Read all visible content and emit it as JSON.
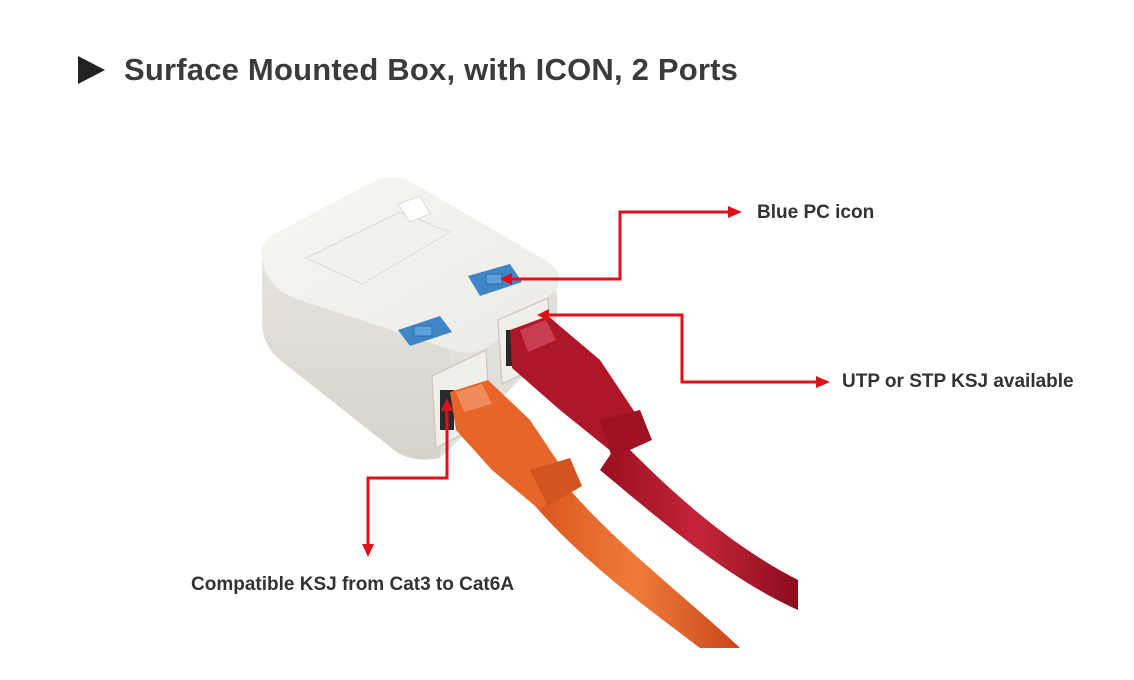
{
  "title": {
    "marker_icon": "play-triangle-icon",
    "text": "Surface Mounted Box, with ICON, 2 Ports"
  },
  "callouts": [
    {
      "id": "pc-icon",
      "label": "Blue PC icon"
    },
    {
      "id": "ksj-type",
      "label": "UTP or STP KSJ available"
    },
    {
      "id": "compat",
      "label": "Compatible KSJ from Cat3 to Cat6A"
    }
  ],
  "colors": {
    "arrow": "#e0101a",
    "title_text": "#3b3b3b",
    "label_text": "#333333",
    "box_body": "#efeeea",
    "icon_blue": "#3f86c6",
    "cable_orange": "#e8652a",
    "cable_red": "#b8162a"
  },
  "image": {
    "subject": "white two-port surface mounted box with orange and red patch cables"
  }
}
